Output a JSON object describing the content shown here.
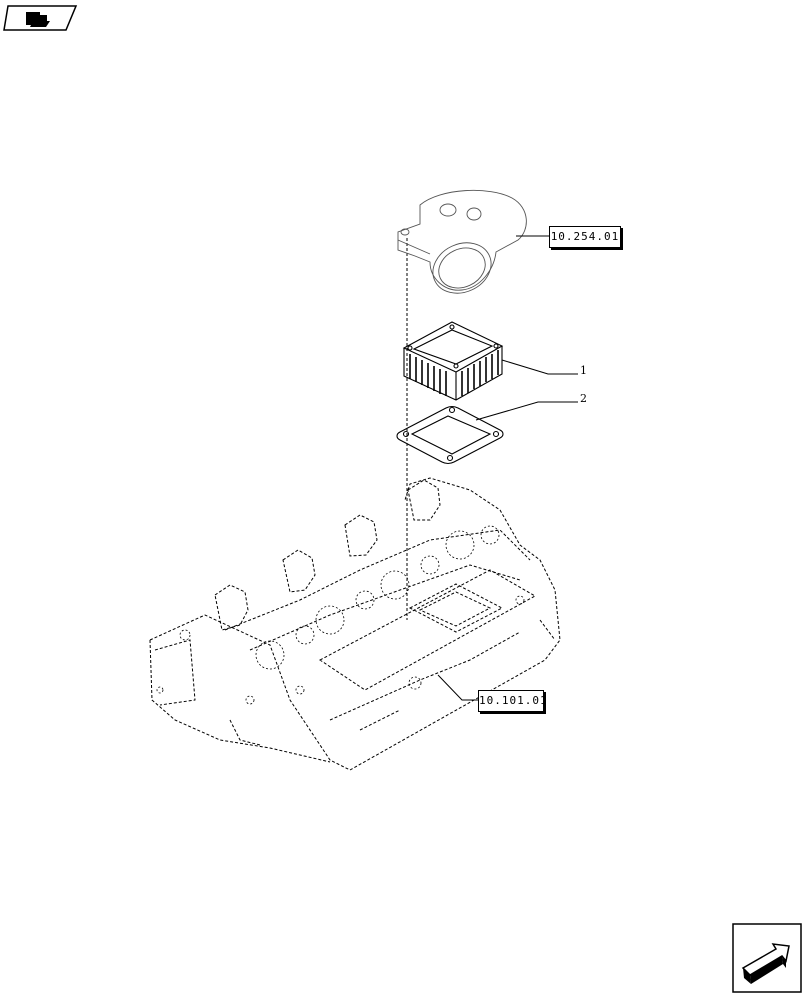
{
  "diagram": {
    "references": {
      "outlet_pipe": "10.254.01",
      "cylinder_head": "10.101.01"
    },
    "callouts": {
      "spacer": "1",
      "gasket": "2"
    }
  },
  "icons": {
    "top_left": "book-navigation-icon",
    "bottom_right": "next-page-arrow-icon"
  }
}
